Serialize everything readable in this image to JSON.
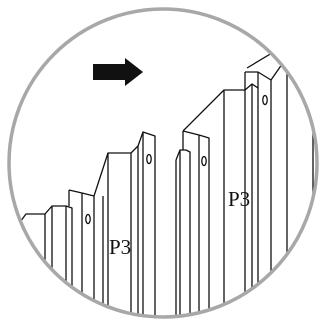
{
  "panel_labels": [
    "P3",
    "P3"
  ],
  "direction_arrow": {
    "icon": "right-arrow-icon",
    "points": "right"
  },
  "colors": {
    "line": "#111111",
    "background": "#ffffff",
    "border": "#a8a8a8"
  }
}
